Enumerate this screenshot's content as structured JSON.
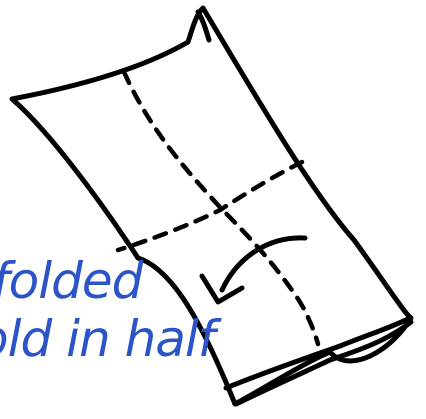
{
  "diagram": {
    "caption_lines": [
      "folded",
      "old in half"
    ],
    "colors": {
      "ink": "#000000",
      "caption": "#2b54c9",
      "background": "#ffffff"
    },
    "icons": {
      "arrow": "curved-fold-arrow"
    }
  }
}
